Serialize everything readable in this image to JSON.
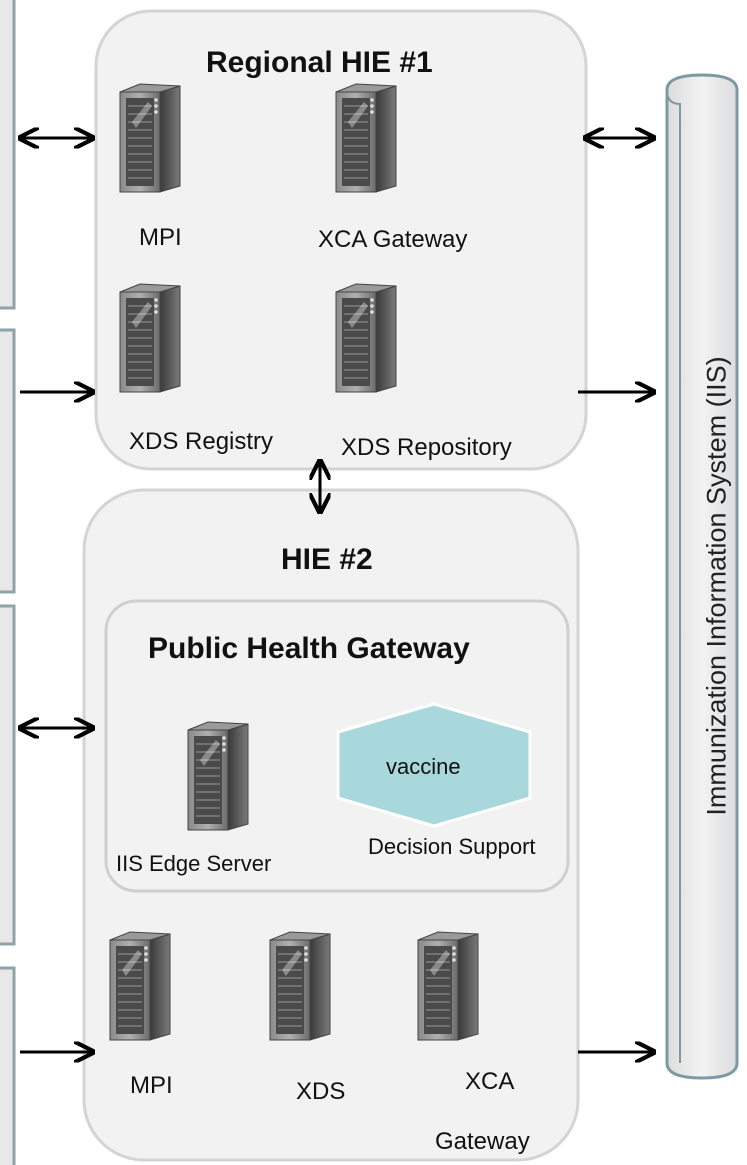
{
  "regional_hie": {
    "title": "Regional HIE #1",
    "servers": [
      "MPI",
      "XCA Gateway",
      "XDS Registry",
      "XDS Repository"
    ]
  },
  "hie2": {
    "title": "HIE #2",
    "public_health_gateway": {
      "title": "Public Health Gateway",
      "edge_server_label": "IIS Edge Server",
      "vaccine_label": "vaccine",
      "decision_support_label": "Decision Support"
    },
    "servers": [
      "MPI",
      "XDS",
      "XCA",
      "Gateway"
    ]
  },
  "iis": {
    "label": "Immunization Information System (IIS)"
  },
  "colors": {
    "panel_bg": "#f2f2f2",
    "panel_border": "#d4d4d4",
    "left_box_border": "#8fa3ab",
    "iis_border": "#7c9aa3",
    "vaccine_fill": "#a8d8dc",
    "server_body": "#5a5a5a"
  }
}
